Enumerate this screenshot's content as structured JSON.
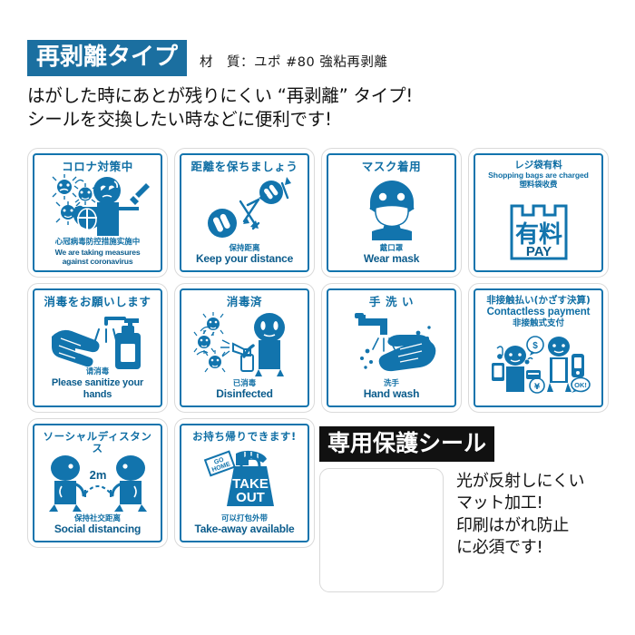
{
  "header": {
    "badge": "再剥離タイプ",
    "material": "材　質：ユポ #80 強粘再剥離",
    "lede_line1": "はがした時にあとが残りにくい “再剥離” タイプ!",
    "lede_line2": "シールを交換したい時などに便利です!"
  },
  "colors": {
    "accent_blue": "#1b6fa0",
    "sticker_blue": "#1274ad",
    "text_blue": "#0f6ea4",
    "card_border": "#dadada",
    "black_badge": "#111111"
  },
  "stickers": [
    {
      "id": "coronavirus-measures",
      "icon": "knight-shield-sword-virus-icon",
      "title_jp": "コロナ対策中",
      "top_en": "",
      "top_cn": "",
      "foot_cn": "心冠病毒防控措施实施中",
      "foot_en": "We are taking measures",
      "foot_en2": "against coronavirus"
    },
    {
      "id": "keep-your-distance",
      "icon": "footprints-distance-arrow-icon",
      "title_jp": "距離を保ちましょう",
      "top_en": "",
      "top_cn": "",
      "foot_cn": "保持距离",
      "foot_en": "Keep your distance",
      "foot_en2": ""
    },
    {
      "id": "wear-mask",
      "icon": "person-face-mask-icon",
      "title_jp": "マスク着用",
      "top_en": "",
      "top_cn": "",
      "foot_cn": "戴口罩",
      "foot_en": "Wear mask",
      "foot_en2": ""
    },
    {
      "id": "shopping-bags-charged",
      "icon": "shopping-bag-pay-icon",
      "title_jp": "レジ袋有料",
      "top_en": "Shopping bags are charged",
      "top_cn": "塑料袋收费",
      "bag_jp": "有料",
      "bag_en": "PAY",
      "foot_cn": "",
      "foot_en": "",
      "foot_en2": ""
    },
    {
      "id": "sanitize-hands",
      "icon": "hand-sanitizer-bottle-icon",
      "title_jp": "消毒をお願いします",
      "top_en": "",
      "top_cn": "",
      "foot_cn": "请消毒",
      "foot_en": "Please sanitize your hands",
      "foot_en2": ""
    },
    {
      "id": "disinfected",
      "icon": "person-spray-virus-icon",
      "title_jp": "消毒済",
      "top_en": "",
      "top_cn": "",
      "foot_cn": "已消毒",
      "foot_en": "Disinfected",
      "foot_en2": ""
    },
    {
      "id": "hand-wash",
      "icon": "faucet-washing-hands-icon",
      "title_jp": "手 洗 い",
      "top_en": "",
      "top_cn": "",
      "foot_cn": "洗手",
      "foot_en": "Hand wash",
      "foot_en2": ""
    },
    {
      "id": "contactless-payment",
      "icon": "contactless-payment-people-icon",
      "title_jp": "非接触払い(かざす決算)",
      "top_en": "Contactless payment",
      "top_cn": "非接触式支付",
      "foot_cn": "",
      "foot_en": "",
      "foot_en2": ""
    },
    {
      "id": "social-distancing",
      "icon": "two-people-2m-distance-icon",
      "title_jp": "ソーシャルディスタンス",
      "distance_label": "2m",
      "top_en": "",
      "top_cn": "",
      "foot_cn": "保持社交距离",
      "foot_en": "Social distancing",
      "foot_en2": ""
    },
    {
      "id": "take-away-available",
      "icon": "takeout-bag-hand-icon",
      "title_jp": "お持ち帰りできます!",
      "bag_line1": "TAKE",
      "bag_line2": "OUT",
      "tag_text": "GO\nHOME",
      "top_en": "",
      "top_cn": "",
      "foot_cn": "可以打包外带",
      "foot_en": "Take-away available",
      "foot_en2": ""
    }
  ],
  "protective": {
    "badge": "専用保護シール",
    "text_line1": "光が反射しにくい",
    "text_line2": "マット加工!",
    "text_line3": "印刷はがれ防止",
    "text_line4": "に必須です!"
  }
}
